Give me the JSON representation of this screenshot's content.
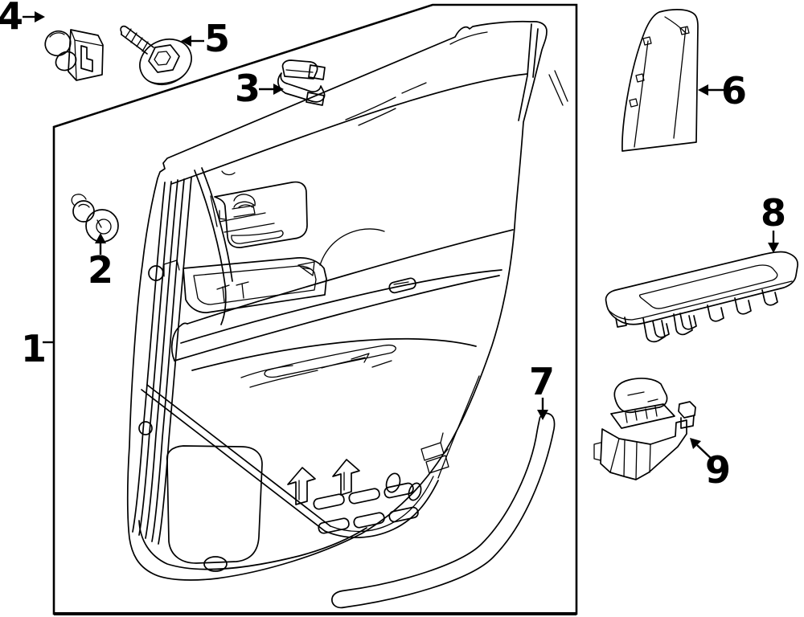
{
  "figure": {
    "type": "exploded-parts-diagram",
    "subject": "door-trim-panel-illustration",
    "background": "#ffffff",
    "ink": "#000000"
  },
  "callouts": [
    {
      "label": "1"
    },
    {
      "label": "2"
    },
    {
      "label": "3"
    },
    {
      "label": "4"
    },
    {
      "label": "5"
    },
    {
      "label": "6"
    },
    {
      "label": "7"
    },
    {
      "label": "8"
    },
    {
      "label": "9"
    }
  ]
}
